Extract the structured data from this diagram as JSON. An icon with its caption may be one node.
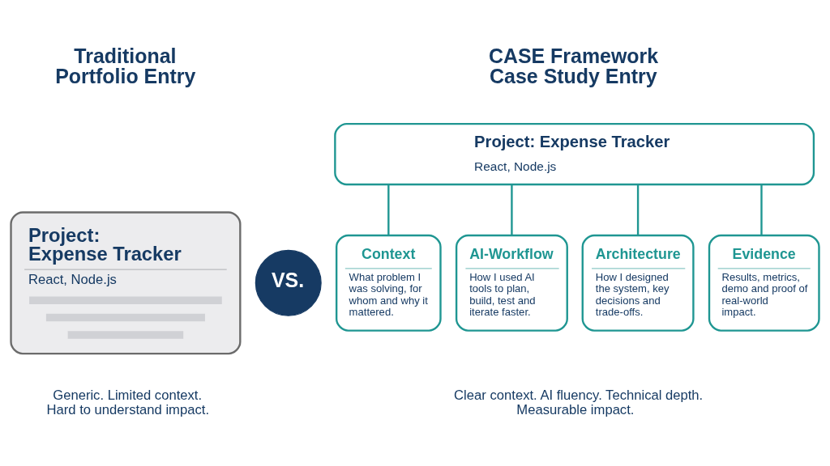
{
  "diagram": {
    "nodes": [
      {
        "text": [
          "Project: Expense Tracker",
          "React, Node.js"
        ]
      },
      {
        "text": [
          "VS."
        ]
      },
      {
        "text": [
          "Project: Expense Tracker",
          "React, Node.js"
        ]
      },
      {
        "text": [
          "Context",
          "What problem I was solving, for whom and why it mattered."
        ]
      },
      {
        "text": [
          "AI-Workflow",
          "How I used AI tools to plan, build, test and iterate faster."
        ]
      },
      {
        "text": [
          "Architecture",
          "How I designed the system, key decisions and trade-offs."
        ]
      },
      {
        "text": [
          "Evidence",
          "Results, metrics, demo and proof of real-world impact."
        ]
      }
    ],
    "edges": [
      {
        "from": 2,
        "to": 3,
        "arrow": "none"
      },
      {
        "from": 2,
        "to": 4,
        "arrow": "none"
      },
      {
        "from": 2,
        "to": 5,
        "arrow": "none"
      },
      {
        "from": 2,
        "to": 6,
        "arrow": "none"
      }
    ],
    "labels": [
      "Traditional Portfolio Entry",
      "CASE Framework Case Study Entry",
      "Generic. Limited context. Hard to understand impact.",
      "Clear context. AI fluency. Technical depth. Measurable impact."
    ]
  }
}
